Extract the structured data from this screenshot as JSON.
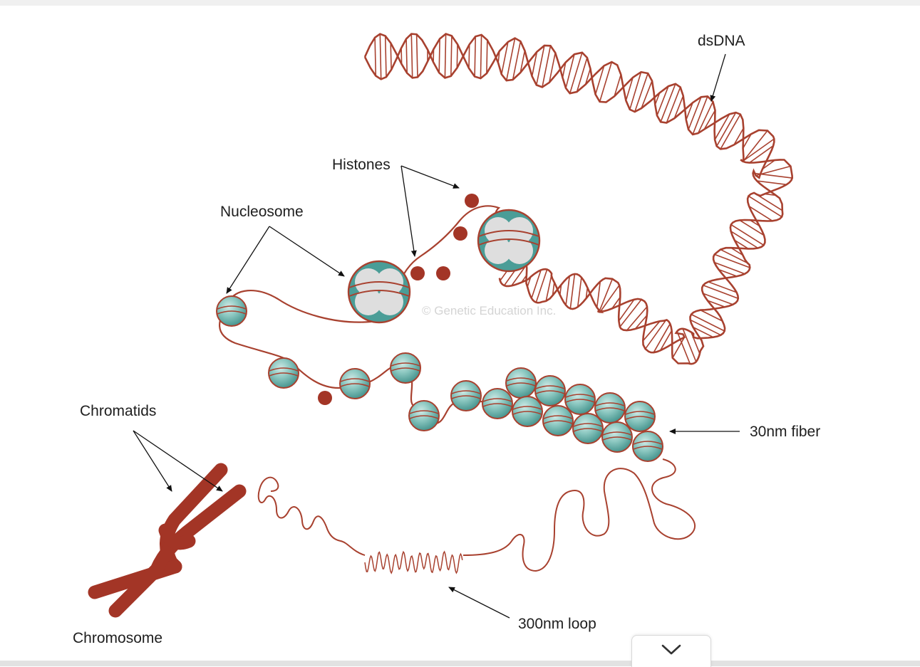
{
  "labels": {
    "dsdna": "dsDNA",
    "histones": "Histones",
    "nucleosome": "Nucleosome",
    "chromatids": "Chromatids",
    "fiber": "30nm fiber",
    "loop": "300nm loop",
    "chromosome": "Chromosome"
  },
  "watermark": "© Genetic Education Inc.",
  "colors": {
    "dna": "#a8412f",
    "histone": "#a33526",
    "chromosome": "#a33526",
    "nucleosome_teal": "#4a9d97",
    "nucleosome_light": "#b4dcd7",
    "core_grey": "#dedede",
    "arrow": "#111111"
  },
  "scroll_button": {
    "icon": "chevron-down-icon"
  }
}
